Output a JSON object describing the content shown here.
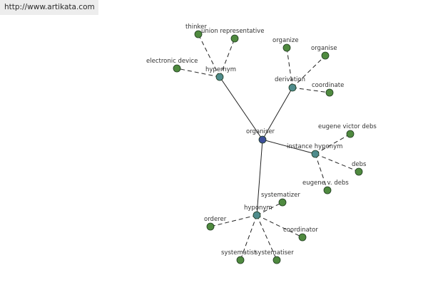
{
  "site": {
    "url": "http://www.artikata.com"
  },
  "colors": {
    "root": "#3d4f9a",
    "relation": "#4f8c8c",
    "leaf": "#4f8a3f",
    "edge": "#222222"
  },
  "graph": {
    "root": {
      "id": "organiser",
      "label": "organiser"
    },
    "relations": [
      {
        "id": "hypernym",
        "label": "hypernym",
        "children": [
          "thinker",
          "union representative",
          "electronic device"
        ]
      },
      {
        "id": "derivation",
        "label": "derivation",
        "children": [
          "organize",
          "organise",
          "coordinate"
        ]
      },
      {
        "id": "instance-hyponym",
        "label": "instance hyponym",
        "children": [
          "eugene victor debs",
          "debs",
          "eugene v. debs"
        ]
      },
      {
        "id": "hyponym",
        "label": "hyponym",
        "children": [
          "systematizer",
          "orderer",
          "coordinator",
          "systematist",
          "systematiser"
        ]
      }
    ]
  }
}
